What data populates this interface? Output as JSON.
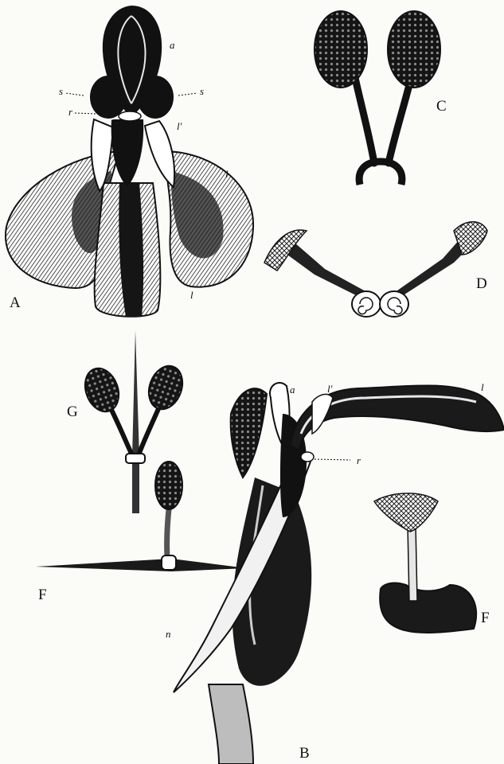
{
  "plate": {
    "figures": [
      {
        "id": "A",
        "label": "A",
        "subject": "orchid flower front view"
      },
      {
        "id": "B",
        "label": "B",
        "subject": "orchid flower side view"
      },
      {
        "id": "C",
        "label": "C",
        "subject": "pair of pollinia"
      },
      {
        "id": "D",
        "label": "D",
        "subject": "pollinia spread apart"
      },
      {
        "id": "G",
        "label": "G",
        "subject": "pollinia attached to needle"
      },
      {
        "id": "F1",
        "label": "F",
        "subject": "single pollinium on needle"
      },
      {
        "id": "F2",
        "label": "F",
        "subject": "single pollinium with viscid disc"
      }
    ],
    "annotations": {
      "A_a": "a",
      "A_s_left": "s",
      "A_s_right": "s",
      "A_r": "r",
      "A_l_prime": "l'",
      "A_l_right": "l",
      "A_l_bottom": "l",
      "B_a": "a",
      "B_l_prime": "l'",
      "B_l": "l",
      "B_r": "r",
      "B_n": "n"
    }
  },
  "colors": {
    "ink": "#111111",
    "paper": "#fbfbf8",
    "highlight": "#ffffff"
  }
}
